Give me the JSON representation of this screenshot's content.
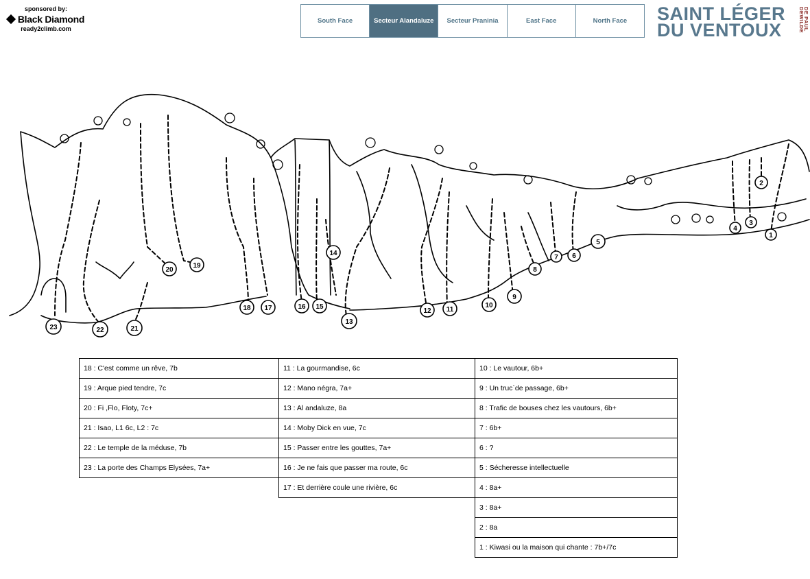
{
  "sponsor": {
    "label": "sponsored by:",
    "brand": "Black Diamond",
    "url": "ready2climb.com"
  },
  "nav": {
    "tabs": [
      {
        "label": "South Face",
        "active": false
      },
      {
        "label": "Secteur Alandaluze",
        "active": true
      },
      {
        "label": "Secteur Prаnіnіa",
        "active": false
      },
      {
        "label": "East Face",
        "active": false
      },
      {
        "label": "North Face",
        "active": false
      }
    ]
  },
  "logo": {
    "line1": "SAINT LÉGER",
    "line2": "DU VENTOUX",
    "side": "DE PAUL DEWILDE"
  },
  "topo": {
    "route_numbers": [
      "23",
      "22",
      "21",
      "20",
      "19",
      "18",
      "17",
      "16",
      "15",
      "14",
      "13",
      "12",
      "11",
      "10",
      "9",
      "8",
      "7",
      "6",
      "5",
      "4",
      "3",
      "2",
      "1"
    ]
  },
  "routes": {
    "col1": [
      "18 : C'est comme un rêve, 7b",
      "19 : Arque pied tendre, 7c",
      "20 : Fi ,Flo, Floty, 7c+",
      "21 : Isao,  L1 6c, L2 :  7c",
      "22 : Le temple de la méduse, 7b",
      "23 : La porte des Champs Elysées, 7a+"
    ],
    "col2": [
      "11 : La gourmandise, 6c",
      "12 : Mano négra, 7a+",
      "13 : Al  andaluze, 8a",
      "14 : Moby Dick en vue, 7c",
      "15 : Passer entre les gouttes, 7a+",
      "16 : Je ne fais que passer ma route, 6c",
      "17 : Et derrière coule une rivière, 6c"
    ],
    "col3": [
      "10 : Le vautour, 6b+",
      " 9 : Un truc`de passage, 6b+",
      " 8 :  Trafic de bouses chez les vautours, 6b+",
      " 7 : 6b+",
      " 6 : ?",
      " 5 : Sécheresse intellectuelle",
      " 4 : 8a+",
      " 3 :  8a+",
      " 2 :  8a",
      " 1 : Kiwasi ou la maison qui chante : 7b+/7c"
    ]
  }
}
